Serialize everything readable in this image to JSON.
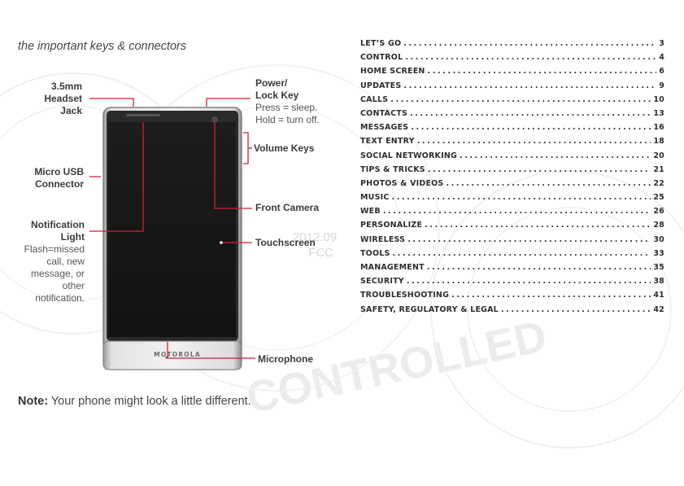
{
  "intro": "the important keys & connectors",
  "labels": {
    "headset": [
      "3.5mm",
      "Headset",
      "Jack"
    ],
    "usb": [
      "Micro USB",
      "Connector"
    ],
    "notification_title": [
      "Notification",
      "Light"
    ],
    "notification_desc": [
      "Flash=missed",
      "call, new",
      "message, or",
      "other",
      "notification."
    ],
    "power_title": [
      "Power/",
      "Lock Key"
    ],
    "power_desc": [
      "Press = sleep.",
      "Hold = turn off."
    ],
    "volume": "Volume Keys",
    "camera": "Front Camera",
    "touchscreen": "Touchscreen",
    "microphone": "Microphone"
  },
  "phone_brand": "MOTOROLA",
  "note": {
    "bold": "Note:",
    "text": " Your phone might look a little different."
  },
  "watermark": {
    "date": "2012.09",
    "fcc": "FCC",
    "word": "CONTROLLED"
  },
  "toc": [
    {
      "title": "LET’S GO",
      "page": "3"
    },
    {
      "title": "CONTROL",
      "page": "4"
    },
    {
      "title": "HOME SCREEN",
      "page": "6"
    },
    {
      "title": "UPDATES",
      "page": "9"
    },
    {
      "title": "CALLS",
      "page": "10"
    },
    {
      "title": "CONTACTS",
      "page": "13"
    },
    {
      "title": "MESSAGES",
      "page": "16"
    },
    {
      "title": "TEXT ENTRY",
      "page": "18"
    },
    {
      "title": "SOCIAL NETWORKING",
      "page": "20"
    },
    {
      "title": "TIPS & TRICKS",
      "page": "21"
    },
    {
      "title": "PHOTOS & VIDEOS",
      "page": "22"
    },
    {
      "title": "MUSIC",
      "page": "25"
    },
    {
      "title": "WEB",
      "page": "26"
    },
    {
      "title": "PERSONALIZE",
      "page": "28"
    },
    {
      "title": "WIRELESS",
      "page": "30"
    },
    {
      "title": "TOOLS",
      "page": "33"
    },
    {
      "title": "MANAGEMENT",
      "page": "35"
    },
    {
      "title": "SECURITY",
      "page": "38"
    },
    {
      "title": "TROUBLESHOOTING",
      "page": "41"
    },
    {
      "title": "SAFETY, REGULATORY & LEGAL",
      "page": "42"
    }
  ]
}
